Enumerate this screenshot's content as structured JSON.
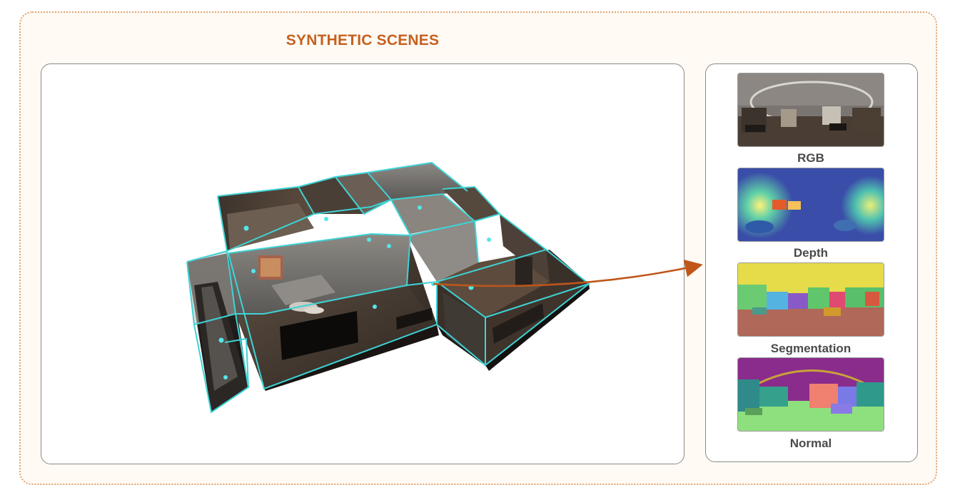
{
  "title": "SYNTHETIC SCENES",
  "modalities": [
    {
      "label": "RGB"
    },
    {
      "label": "Depth"
    },
    {
      "label": "Segmentation"
    },
    {
      "label": "Normal"
    }
  ],
  "colors": {
    "title": "#c6601f",
    "frame_border": "#e2a46f",
    "arrow": "#c0561a",
    "wireframe": "#3ed3d6",
    "label": "#4a4a4a"
  }
}
